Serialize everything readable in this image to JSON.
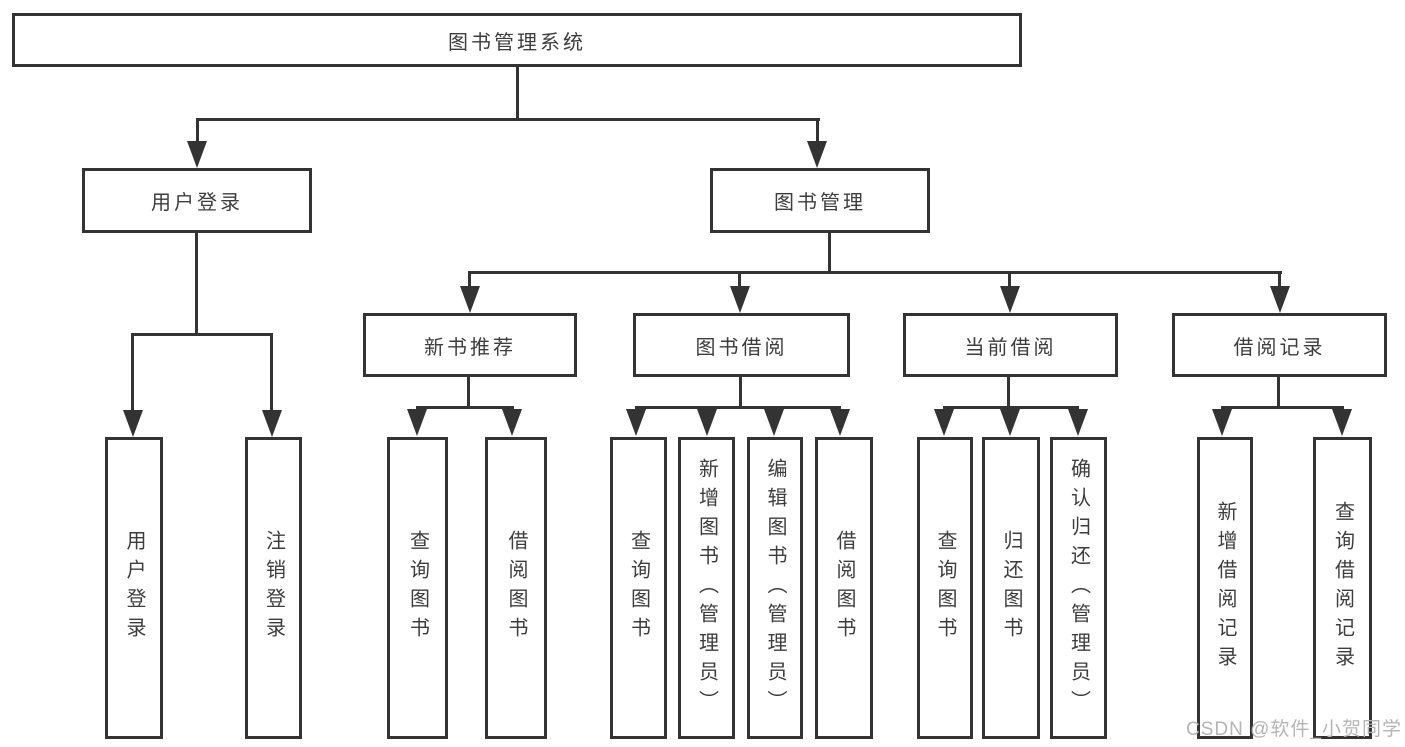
{
  "diagram_title": "图书管理系统",
  "tree": {
    "root": {
      "label": "图书管理系统"
    },
    "branches": [
      {
        "label": "用户登录",
        "children": [
          {
            "label": "用户登录"
          },
          {
            "label": "注销登录"
          }
        ]
      },
      {
        "label": "图书管理",
        "children": [
          {
            "label": "新书推荐",
            "children": [
              {
                "label": "查询图书"
              },
              {
                "label": "借阅图书"
              }
            ]
          },
          {
            "label": "图书借阅",
            "children": [
              {
                "label": "查询图书"
              },
              {
                "label": "新增图书（管理员）"
              },
              {
                "label": "编辑图书（管理员）"
              },
              {
                "label": "借阅图书"
              }
            ]
          },
          {
            "label": "当前借阅",
            "children": [
              {
                "label": "查询图书"
              },
              {
                "label": "归还图书"
              },
              {
                "label": "确认归还（管理员）"
              }
            ]
          },
          {
            "label": "借阅记录",
            "children": [
              {
                "label": "新增借阅记录"
              },
              {
                "label": "查询借阅记录"
              }
            ]
          }
        ]
      }
    ]
  },
  "watermark": "CSDN @软件_小贺同学",
  "colors": {
    "line": "#333333",
    "text": "#3d3d3d",
    "watermark": "#b5b5b5",
    "background": "#ffffff"
  }
}
